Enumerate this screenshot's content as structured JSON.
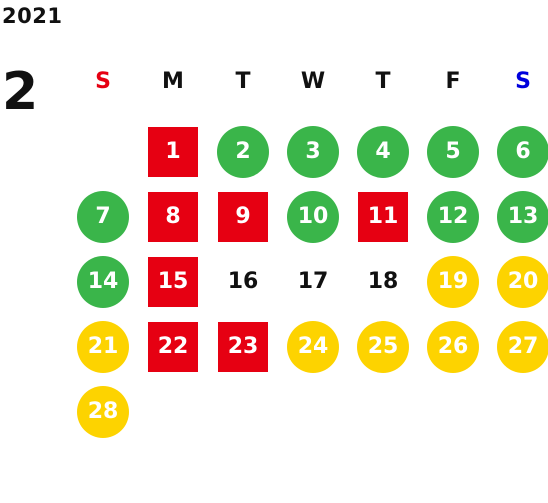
{
  "calendar": {
    "year": "2021",
    "month": "2",
    "weekdays": [
      {
        "label": "S",
        "color": "#e60012"
      },
      {
        "label": "M",
        "color": "#111111"
      },
      {
        "label": "T",
        "color": "#111111"
      },
      {
        "label": "W",
        "color": "#111111"
      },
      {
        "label": "T",
        "color": "#111111"
      },
      {
        "label": "F",
        "color": "#111111"
      },
      {
        "label": "S",
        "color": "#0000dd"
      }
    ],
    "colors": {
      "red": "#e60012",
      "green": "#3ab54a",
      "yellow": "#fdd300"
    },
    "days": [
      {
        "day": "1",
        "style": "square",
        "color": "red"
      },
      {
        "day": "2",
        "style": "circle",
        "color": "green"
      },
      {
        "day": "3",
        "style": "circle",
        "color": "green"
      },
      {
        "day": "4",
        "style": "circle",
        "color": "green"
      },
      {
        "day": "5",
        "style": "circle",
        "color": "green"
      },
      {
        "day": "6",
        "style": "circle",
        "color": "green"
      },
      {
        "day": "7",
        "style": "circle",
        "color": "green"
      },
      {
        "day": "8",
        "style": "square",
        "color": "red"
      },
      {
        "day": "9",
        "style": "square",
        "color": "red"
      },
      {
        "day": "10",
        "style": "circle",
        "color": "green"
      },
      {
        "day": "11",
        "style": "square",
        "color": "red"
      },
      {
        "day": "12",
        "style": "circle",
        "color": "green"
      },
      {
        "day": "13",
        "style": "circle",
        "color": "green"
      },
      {
        "day": "14",
        "style": "circle",
        "color": "green"
      },
      {
        "day": "15",
        "style": "square",
        "color": "red"
      },
      {
        "day": "16",
        "style": "plain",
        "color": "none"
      },
      {
        "day": "17",
        "style": "plain",
        "color": "none"
      },
      {
        "day": "18",
        "style": "plain",
        "color": "none"
      },
      {
        "day": "19",
        "style": "circle",
        "color": "yellow"
      },
      {
        "day": "20",
        "style": "circle",
        "color": "yellow"
      },
      {
        "day": "21",
        "style": "circle",
        "color": "yellow"
      },
      {
        "day": "22",
        "style": "square",
        "color": "red"
      },
      {
        "day": "23",
        "style": "square",
        "color": "red"
      },
      {
        "day": "24",
        "style": "circle",
        "color": "yellow"
      },
      {
        "day": "25",
        "style": "circle",
        "color": "yellow"
      },
      {
        "day": "26",
        "style": "circle",
        "color": "yellow"
      },
      {
        "day": "27",
        "style": "circle",
        "color": "yellow"
      },
      {
        "day": "28",
        "style": "circle",
        "color": "yellow"
      }
    ]
  }
}
